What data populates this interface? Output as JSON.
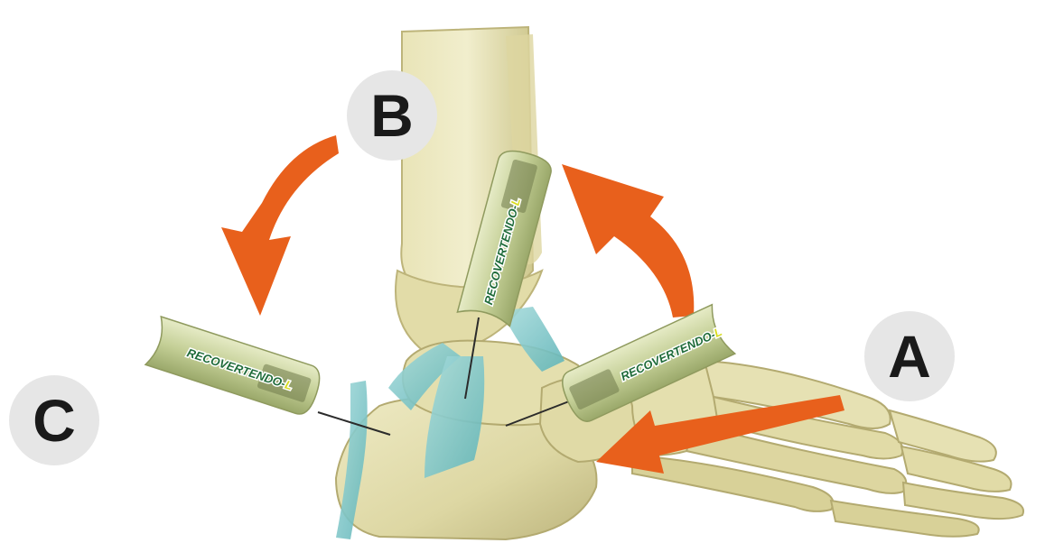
{
  "labels": {
    "a": "A",
    "b": "B",
    "c": "C"
  },
  "device": {
    "brand_main": "RECOVERTENDO-",
    "brand_suffix": "L"
  },
  "colors": {
    "arrow": "#e8601c",
    "bone": "#e6e1b2",
    "bone_shadow": "#b7b07a",
    "ligament": "#7fc8c8",
    "device_body": "#cdd7a2",
    "brand_text": "#1f6b3a",
    "brand_suffix": "#d8dc1f",
    "badge_bg": "#e6e6e6"
  },
  "icons": [
    "curved-arrow-icon",
    "curved-arrow-icon",
    "straight-arrow-icon"
  ]
}
